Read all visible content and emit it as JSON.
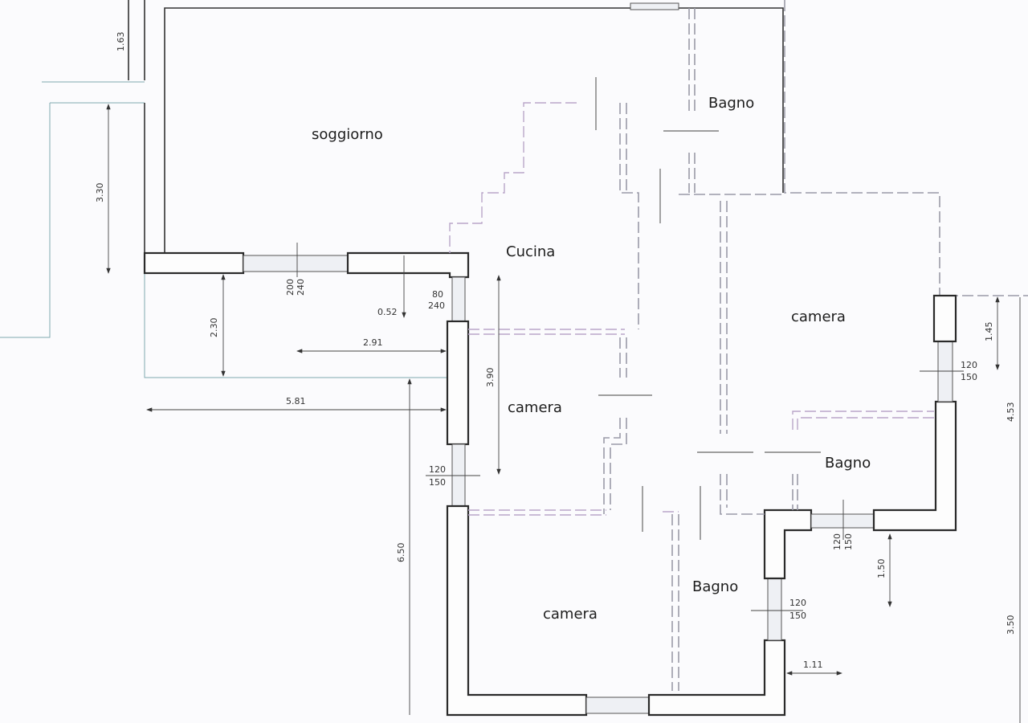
{
  "rooms": {
    "soggiorno": "soggiorno",
    "cucina": "Cucina",
    "bagno_top": "Bagno",
    "camera_right": "camera",
    "camera_center": "camera",
    "bagno_right": "Bagno",
    "bagno_bottom": "Bagno",
    "camera_bottom": "camera"
  },
  "dimensions": {
    "d163": "1.63",
    "d330": "3.30",
    "d230": "2.30",
    "d291": "2.91",
    "d581": "5.81",
    "d052": "0.52",
    "d390": "3.90",
    "d650": "6.50",
    "d145": "1.45",
    "d453": "4.53",
    "d150": "1.50",
    "d350": "3.50",
    "d111": "1.11"
  },
  "openings": {
    "soggiorno_window": [
      "200",
      "240"
    ],
    "cucina_door": [
      "80",
      "240"
    ],
    "camera_center_window": [
      "120",
      "150"
    ],
    "camera_right_window": [
      "120",
      "150"
    ],
    "bagno_right_window": [
      "120",
      "150"
    ],
    "bagno_bottom_window": [
      "120",
      "150"
    ]
  }
}
